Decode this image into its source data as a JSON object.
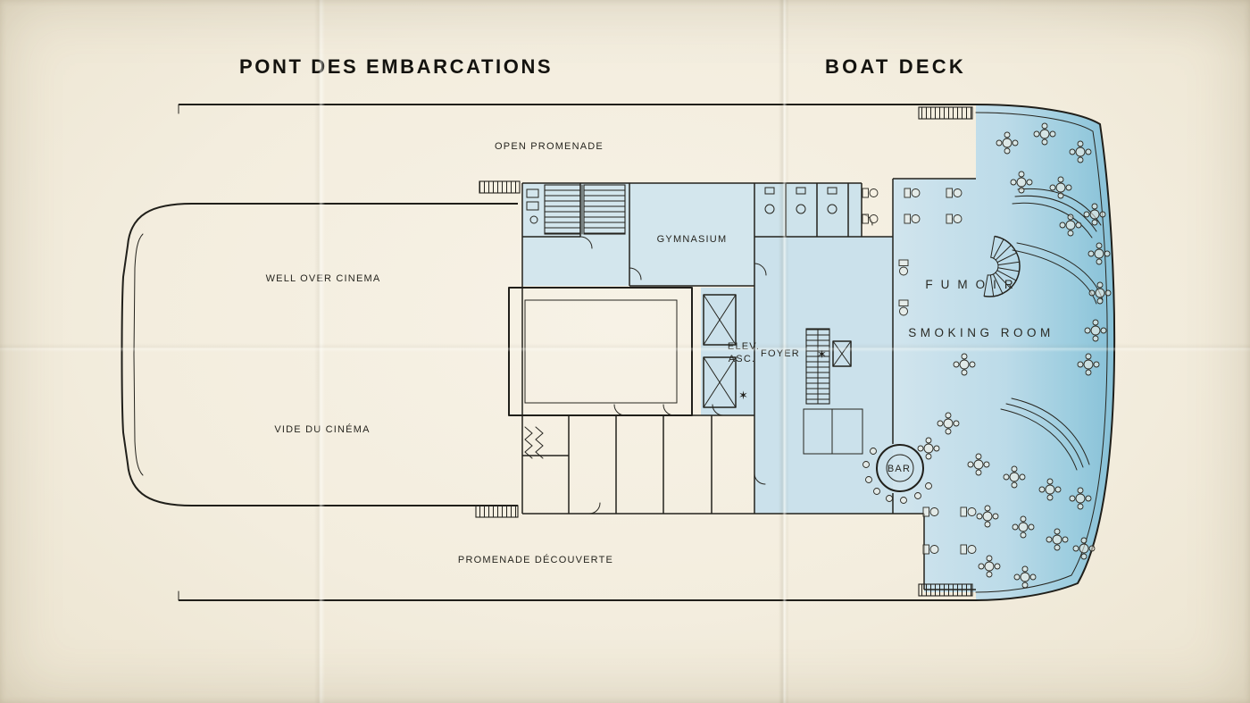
{
  "document": {
    "title_french": "PONT DES EMBARCATIONS",
    "title_english": "BOAT DECK"
  },
  "plan": {
    "labels": {
      "open_promenade": "OPEN PROMENADE",
      "well_over_cinema": "WELL OVER CINEMA",
      "vide_du_cinema": "VIDE DU CINÉMA",
      "gymnasium": "GYMNASIUM",
      "elevator_abbrev_en": "ELEV.",
      "elevator_abbrev_fr": "ASC.",
      "foyer": "FOYER",
      "smoking_room_fr": "FUMOIR",
      "smoking_room_en": "SMOKING ROOM",
      "bar": "BAR",
      "promenade_decouverte": "PROMENADE DÉCOUVERTE"
    },
    "symbols": {
      "star": "✶"
    },
    "colors": {
      "paper": "#f3edde",
      "ink": "#23221d",
      "wash_light": "#c9e2ee",
      "wash_medium": "#a9d3e5",
      "wash_deep": "#7fbdd6"
    }
  }
}
